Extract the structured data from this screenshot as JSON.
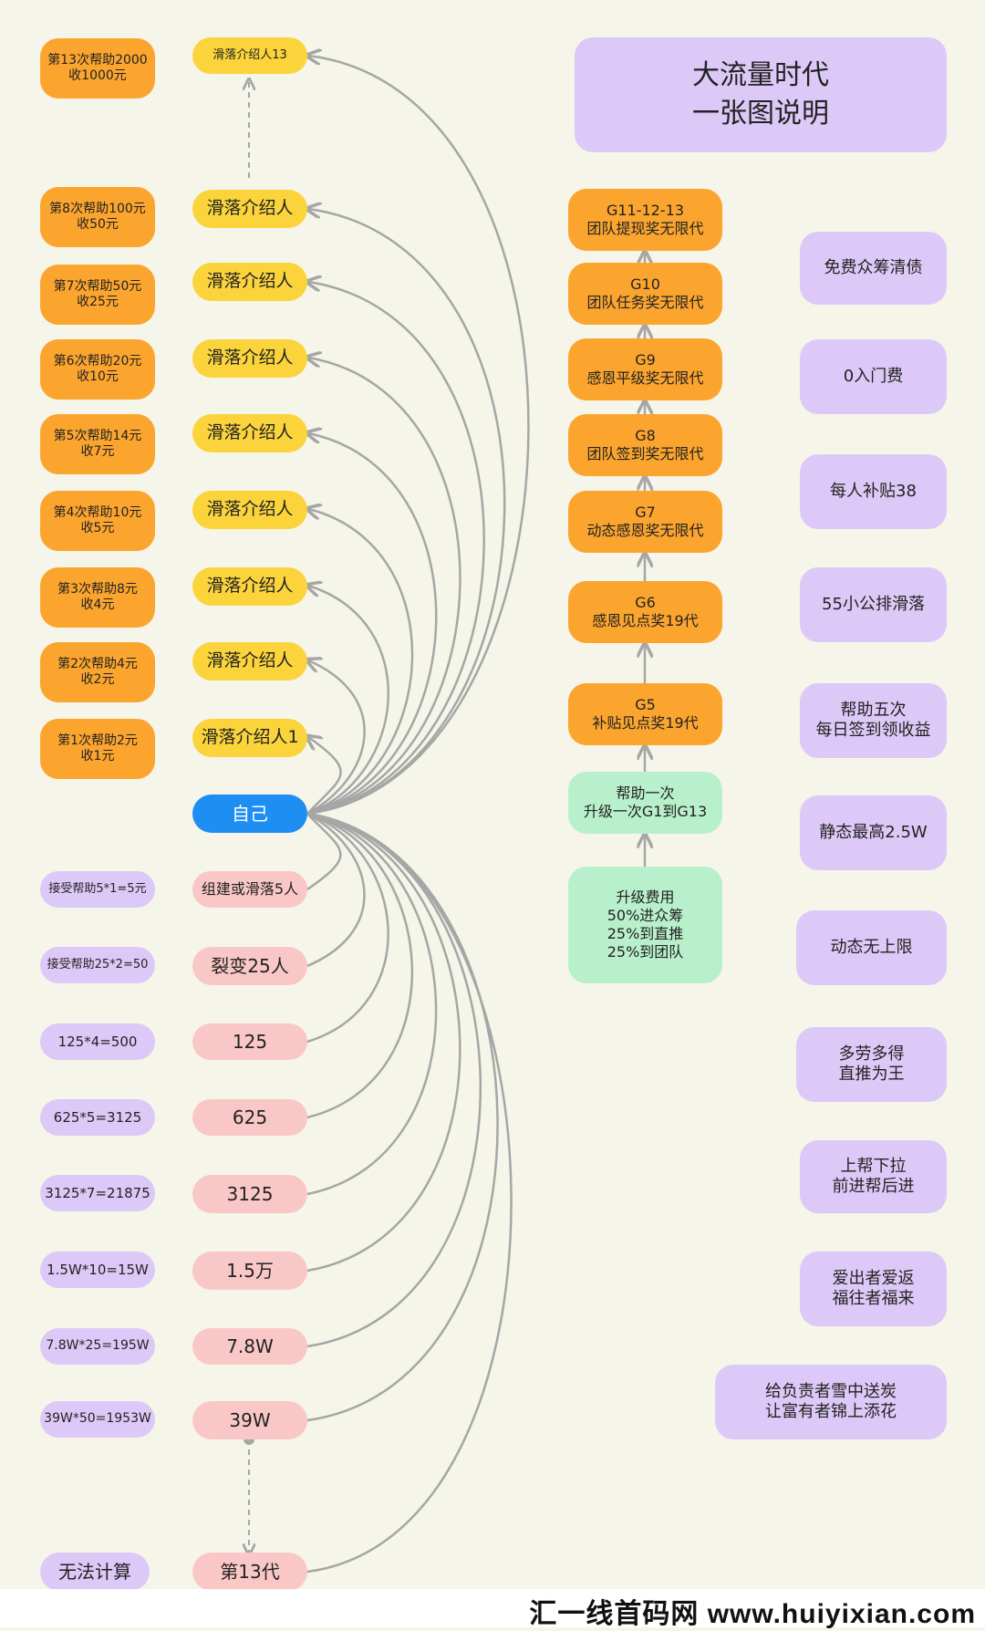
{
  "title": "大流量时代\n一张图说明",
  "self": "自己",
  "help_col": [
    "第13次帮助2000\n收1000元",
    "第8次帮助100元\n收50元",
    "第7次帮助50元\n收25元",
    "第6次帮助20元\n收10元",
    "第5次帮助14元\n收7元",
    "第4次帮助10元\n收5元",
    "第3次帮助8元\n收4元",
    "第2次帮助4元\n收2元",
    "第1次帮助2元\n收1元"
  ],
  "referrer_col": [
    "滑落介绍人13",
    "滑落介绍人",
    "滑落介绍人",
    "滑落介绍人",
    "滑落介绍人",
    "滑落介绍人",
    "滑落介绍人",
    "滑落介绍人",
    "滑落介绍人1"
  ],
  "calc_col": [
    "接受帮助5*1=5元",
    "接受帮助25*2=50",
    "125*4=500",
    "625*5=3125",
    "3125*7=21875",
    "1.5W*10=15W",
    "7.8W*25=195W",
    "39W*50=1953W",
    "无法计算"
  ],
  "team_col": [
    "组建或滑落5人",
    "裂变25人",
    "125",
    "625",
    "3125",
    "1.5万",
    "7.8W",
    "39W",
    "第13代"
  ],
  "levels": [
    "G11-12-13\n团队提现奖无限代",
    "G10\n团队任务奖无限代",
    "G9\n感恩平级奖无限代",
    "G8\n团队签到奖无限代",
    "G7\n动态感恩奖无限代",
    "G6\n感恩见点奖19代",
    "G5\n补贴见点奖19代",
    "帮助一次\n升级一次G1到G13",
    "升级费用\n50%进众筹\n25%到直推\n25%到团队"
  ],
  "features": [
    "免费众筹清债",
    "0入门费",
    "每人补贴38",
    "55小公排滑落",
    "帮助五次\n每日签到领收益",
    "静态最高2.5W",
    "动态无上限",
    "多劳多得\n直推为王",
    "上帮下拉\n前进帮后进",
    "爱出者爱返\n福往者福来",
    "给负责者雪中送炭\n让富有者锦上添花"
  ],
  "footer": "汇一线首码网 www.huiyixian.com",
  "colors": {
    "background": "#f6f5ea",
    "orange": "#fba52f",
    "yellow": "#fbd43c",
    "blue": "#1f8ef3",
    "pink": "#f9c8c6",
    "purple": "#ddc9f7",
    "green": "#b8f0cb",
    "connector": "#a6a6a6"
  }
}
